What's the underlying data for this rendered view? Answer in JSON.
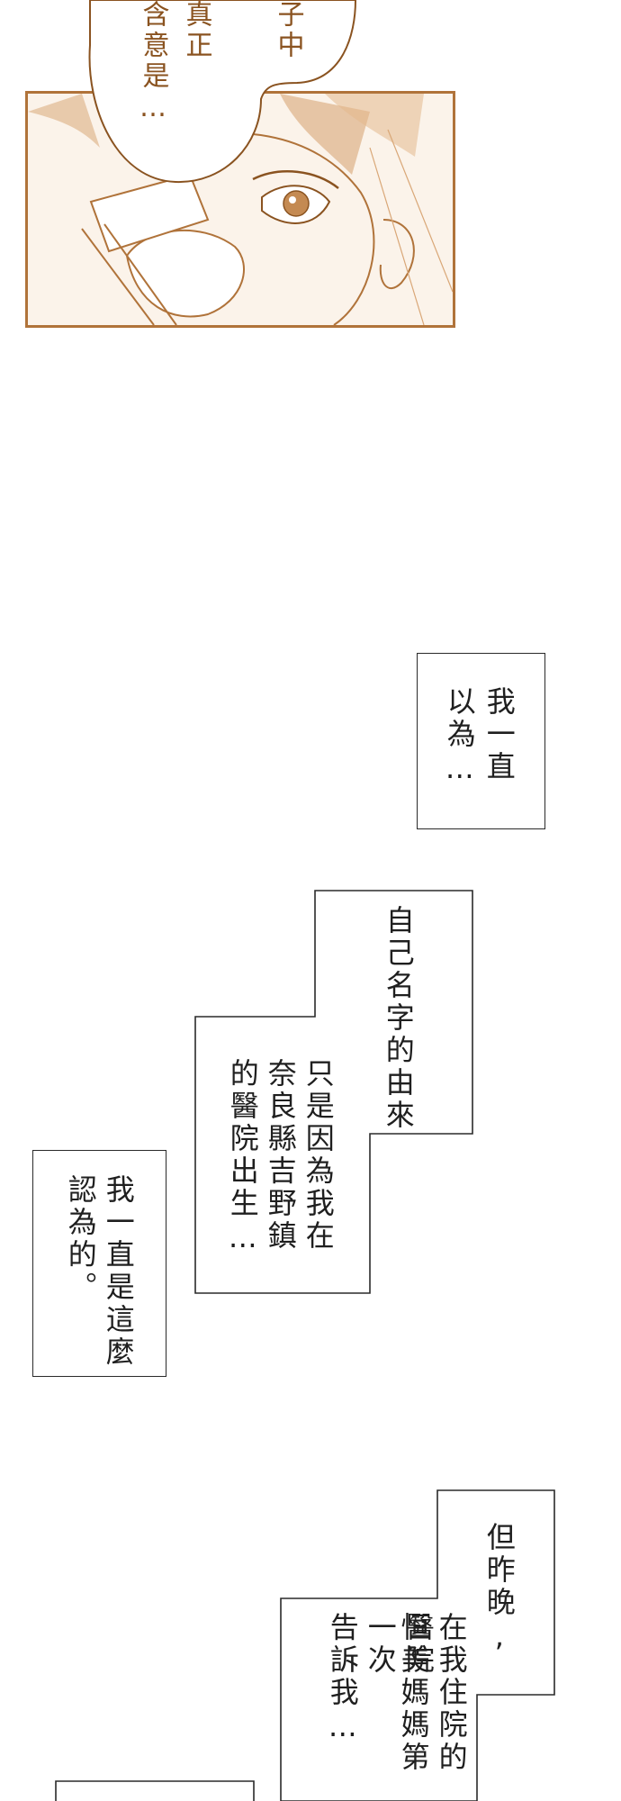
{
  "speech_bubble": {
    "line_right": "子中",
    "line_middle": "真正",
    "line_left": "含意是…"
  },
  "captions": {
    "box1": {
      "line1": "我一直",
      "line2": "以為…"
    },
    "box2": {
      "line1": "自己名字的由來"
    },
    "box3": {
      "line1": "只是因為我在",
      "line2": "奈良縣吉野鎮",
      "line3": "的醫院出生…"
    },
    "box4": {
      "line1": "我一直是這麼",
      "line2": "認為的。"
    },
    "box5": {
      "line1": "但昨晚,"
    },
    "box6": {
      "line1": "在我住院的醫院",
      "line2": "恒美媽媽第一次",
      "line3": "告訴我…"
    }
  },
  "colors": {
    "panel_border": "#b0733a",
    "bubble_text": "#8a5320",
    "caption_border": "#2a2a2a"
  }
}
